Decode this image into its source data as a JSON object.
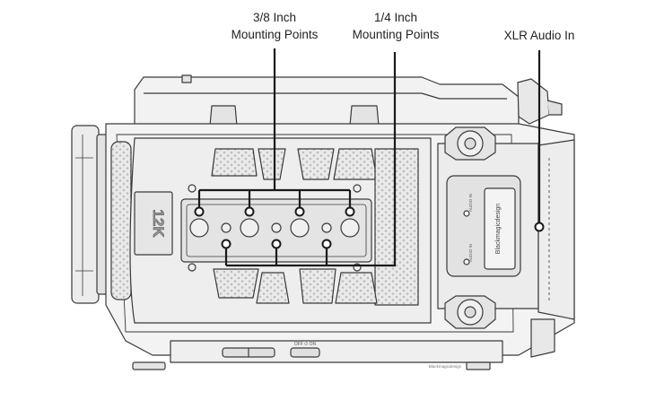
{
  "callouts": {
    "mount_38": {
      "line1": "3/8 Inch",
      "line2": "Mounting Points"
    },
    "mount_14": {
      "line1": "1/4 Inch",
      "line2": "Mounting Points"
    },
    "xlr": {
      "label": "XLR Audio In"
    }
  },
  "camera": {
    "resolution_badge": "12K",
    "brand_text": "Blackmagicdesign",
    "audio_in_1": "AUDIO IN",
    "audio_in_2": "AUDIO IN",
    "switch_label": "OFF ⏻ ON",
    "footer_mark": "Blackmagicdesign"
  },
  "colors": {
    "line": "#3a3a3a",
    "body_fill": "#f2f2f2",
    "panel_fill": "#e4e4e4",
    "honeycomb": "#cfcfcf"
  }
}
